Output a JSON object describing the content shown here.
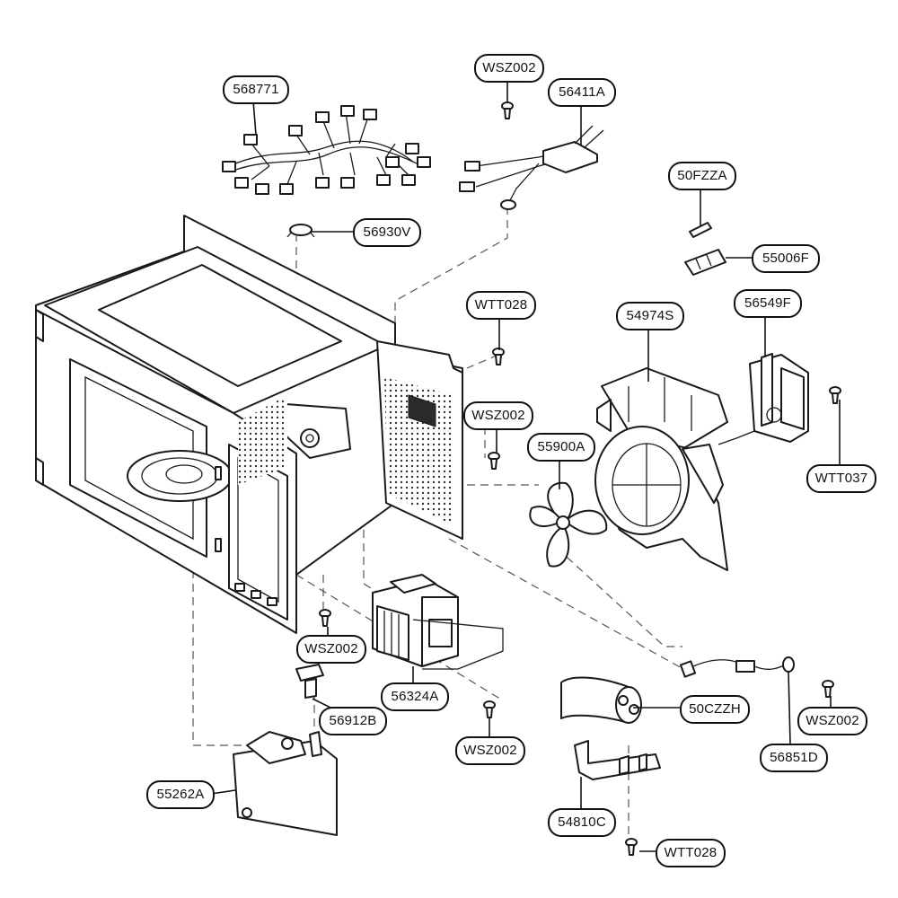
{
  "labels": {
    "harness_main": "568771",
    "screw_top": "WSZ002",
    "harness_top": "56411A",
    "fuse": "50FZZA",
    "fuse_holder": "55006F",
    "thermostat": "56930V",
    "screw_wtt028_a": "WTT028",
    "fan_duct": "54974S",
    "transformer": "56549F",
    "screw_wsz002_mid": "WSZ002",
    "fan_blade": "55900A",
    "screw_wtt037": "WTT037",
    "screw_wsz002_left": "WSZ002",
    "magnetron": "56324A",
    "capacitor": "50CZZH",
    "switch": "56912B",
    "screw_wsz002_right": "WSZ002",
    "screw_wsz002_bottom": "WSZ002",
    "diode": "56851D",
    "latch_board": "55262A",
    "capacitor_bracket": "54810C",
    "screw_wtt028_b": "WTT028"
  }
}
